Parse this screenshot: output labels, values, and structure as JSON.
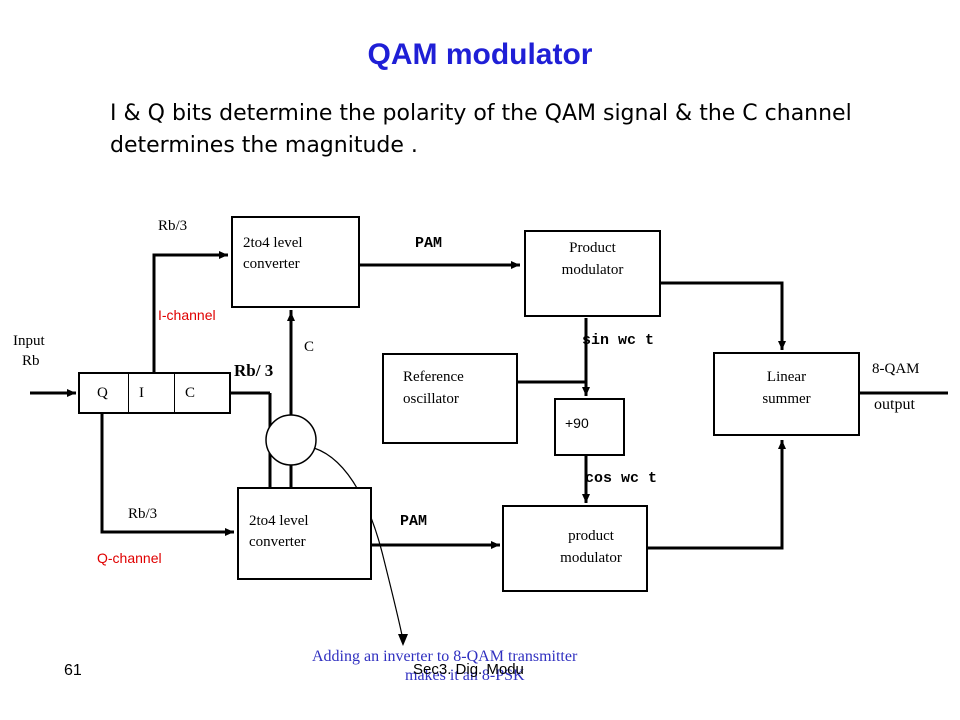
{
  "title": "QAM modulator",
  "subtitle": "I & Q bits determine the polarity of the QAM signal & the C channel determines the magnitude .",
  "input": {
    "line1": "Input",
    "line2": "Rb"
  },
  "splitter": {
    "q": "Q",
    "i": "I",
    "c": "C"
  },
  "i_rate": "Rb/3",
  "q_rate": "Rb/3",
  "c_rate": "Rb/ 3",
  "i_channel": "I-channel",
  "q_channel": "Q-channel",
  "c_label": "C",
  "converter_top": {
    "line1": "2to4 level",
    "line2": "converter"
  },
  "converter_bottom": {
    "line1": "2to4 level",
    "line2": "converter"
  },
  "pam_top": "PAM",
  "pam_bottom": "PAM",
  "product_top": {
    "line1": "Product",
    "line2": "modulator"
  },
  "product_bottom": {
    "line1": "product",
    "line2": "modulator"
  },
  "reference": {
    "line1": "Reference",
    "line2": "oscillator"
  },
  "phase_shift": "+90",
  "sin_label": "sin wc t",
  "cos_label": "cos wc t",
  "summer": {
    "line1": "Linear",
    "line2": "summer"
  },
  "output": {
    "line1": "8-QAM",
    "line2": "output"
  },
  "note": {
    "line1": "Adding an inverter to 8-QAM transmitter",
    "line2": "makes it an 8-PSK"
  },
  "footer": {
    "page": "61",
    "section": "Sec3. Dig. Modu"
  }
}
